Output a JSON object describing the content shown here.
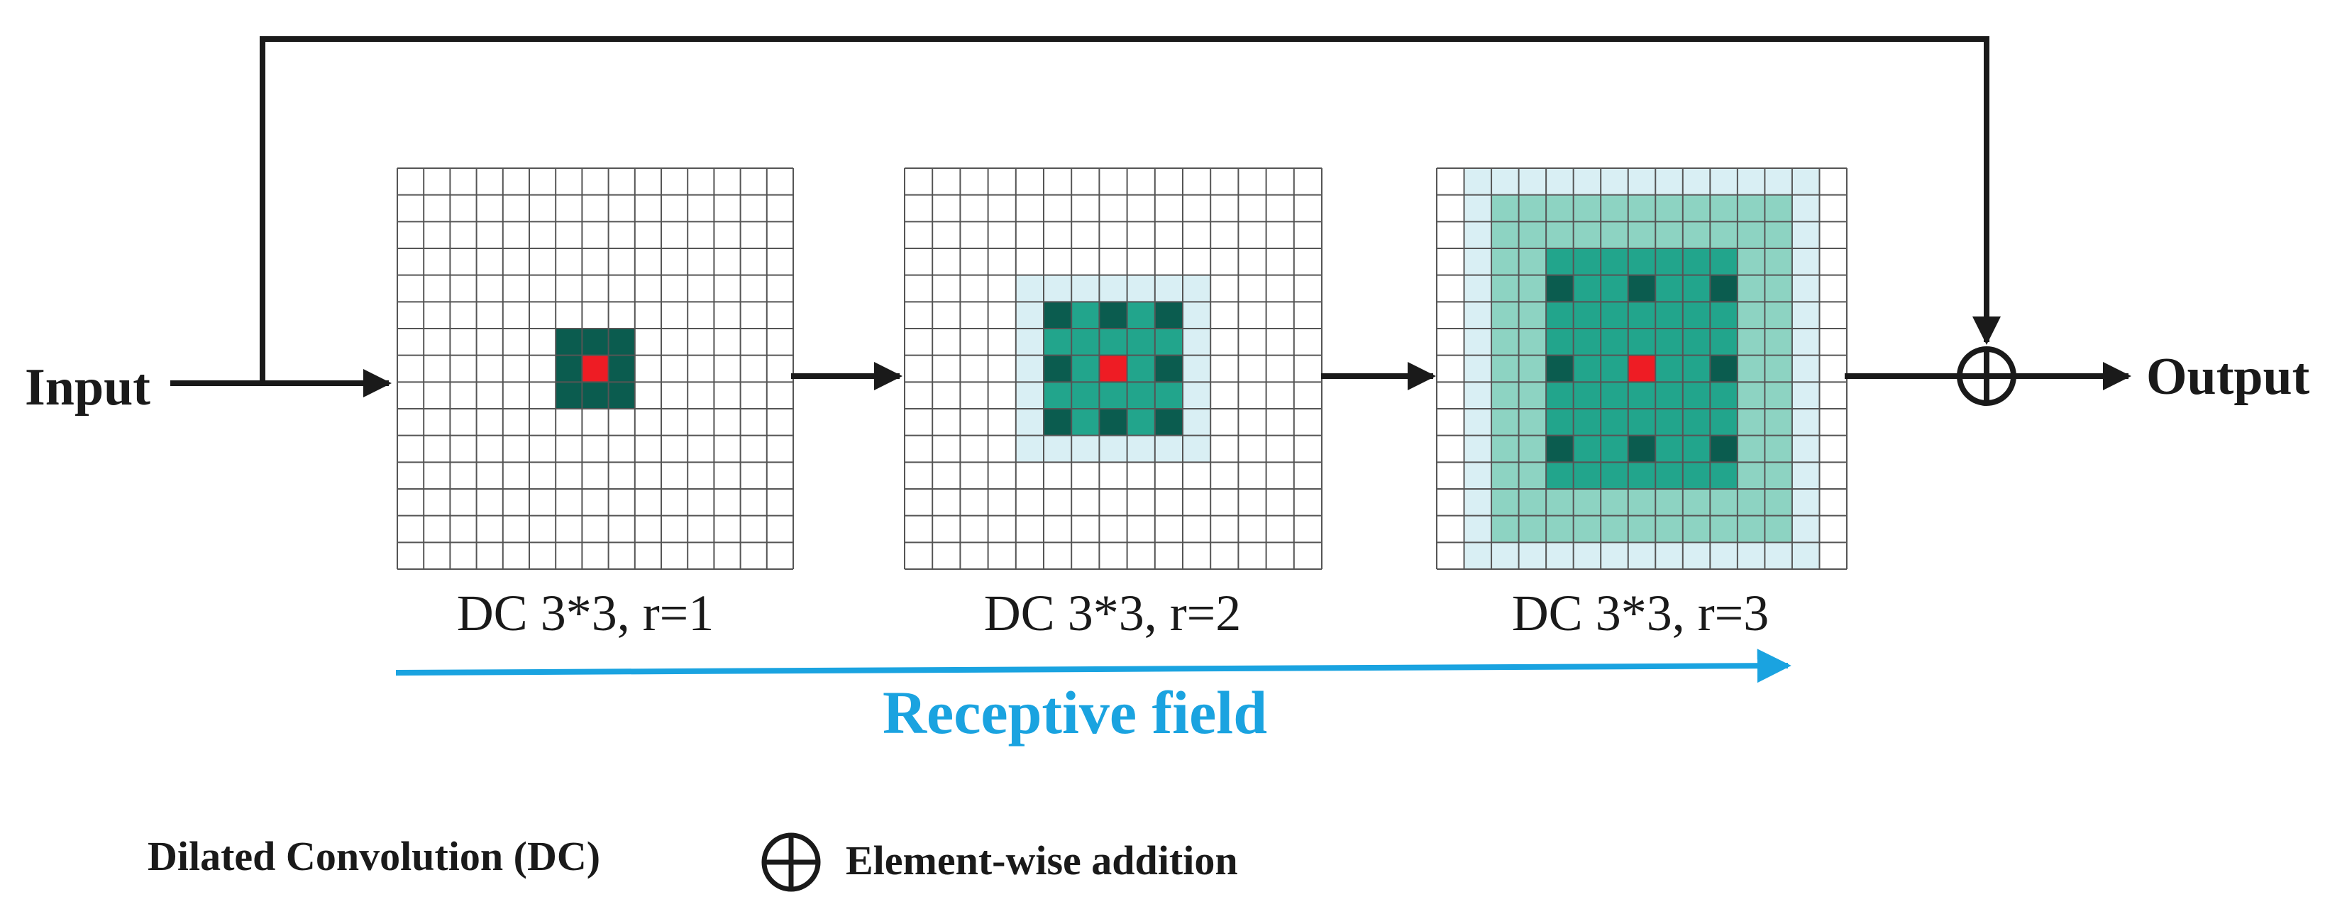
{
  "input_label": "Input",
  "output_label": "Output",
  "grids": [
    {
      "caption": "DC 3*3, r=1",
      "rate": 1
    },
    {
      "caption": "DC 3*3, r=2",
      "rate": 2
    },
    {
      "caption": "DC 3*3, r=3",
      "rate": 3
    }
  ],
  "receptive_field_label": "Receptive field",
  "legend": {
    "dc_label": "Dilated Convolution (DC)",
    "add_label": "Element-wise addition"
  },
  "colors": {
    "line": "#1a1a1a",
    "grid_line": "#555555",
    "center": "#ee1c24",
    "kernel_tap": "#0b5c4f",
    "field_mid": "#22a58c",
    "field_light": "#8dd3c2",
    "field_faint": "#d9eff4",
    "accent": "#1aa3e0"
  }
}
